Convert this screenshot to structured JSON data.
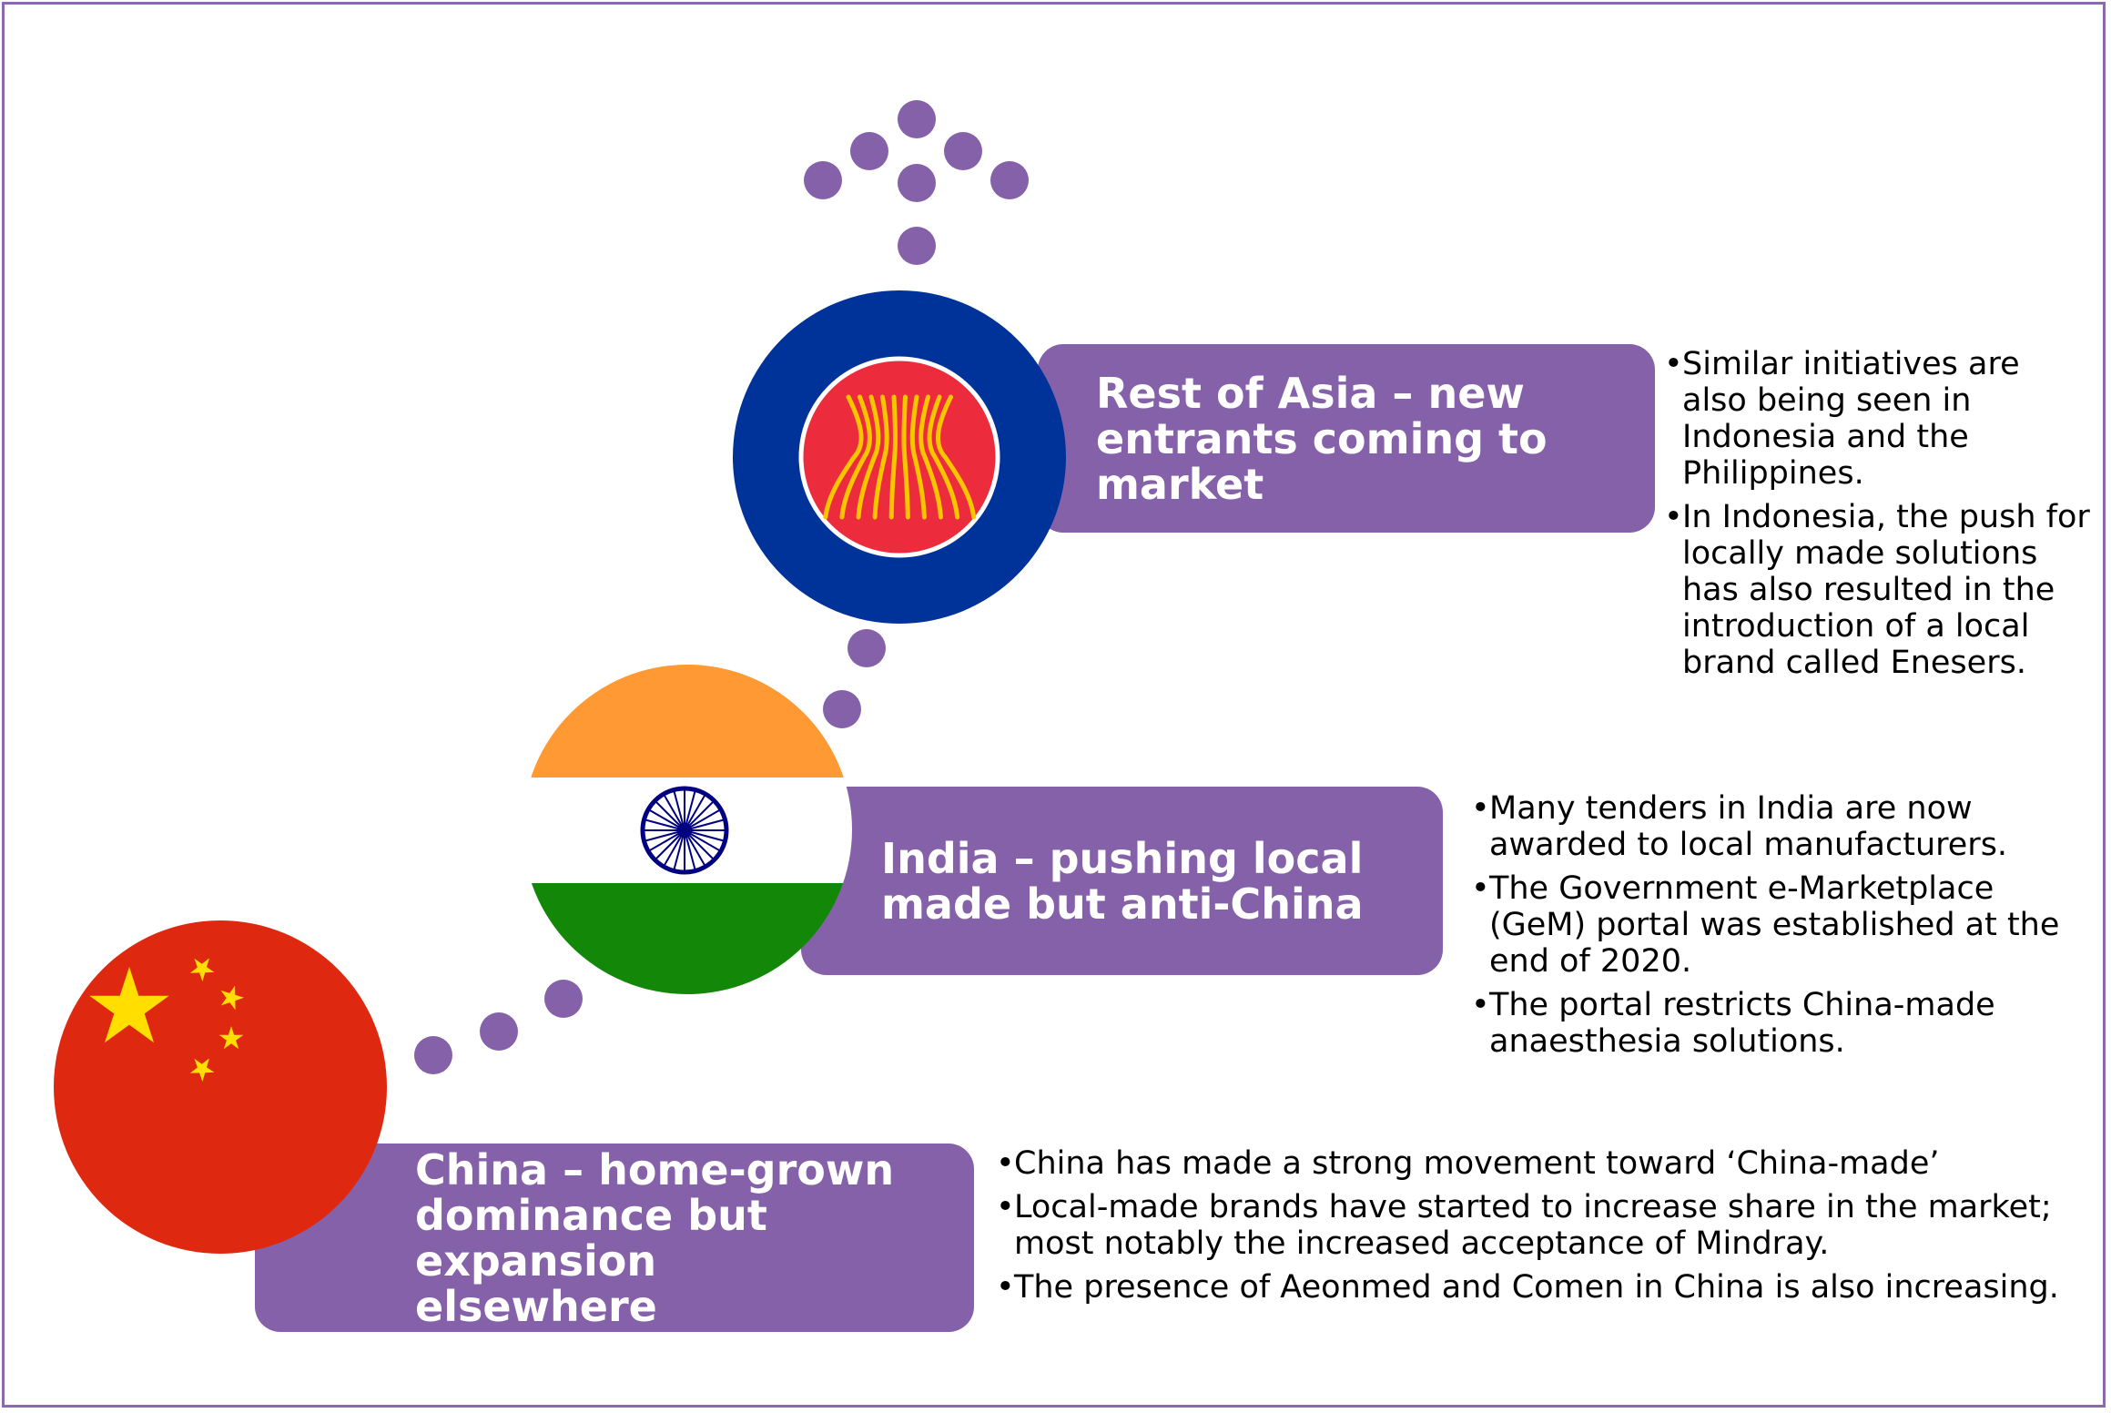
{
  "colors": {
    "accent_purple": "#8461a8",
    "asean_blue": "#003399",
    "asean_red": "#ec2c3c",
    "asean_gold": "#f7c600",
    "india_saffron": "#ff9933",
    "india_green": "#138808",
    "india_chakra": "#000080",
    "china_red": "#de2910",
    "china_gold": "#ffde00"
  },
  "icons": {
    "asean": "asean-flag-icon",
    "india": "india-flag-icon",
    "china": "china-flag-icon"
  },
  "rest_of_asia": {
    "title_lines": [
      "Rest of Asia – new",
      "entrants coming to",
      "market"
    ],
    "bullets": [
      "Similar initiatives are also being seen in Indonesia and the Philippines.",
      "In Indonesia, the push for locally made solutions has also resulted in the introduction of a local brand called Enesers."
    ]
  },
  "india": {
    "title_lines": [
      "India – pushing local",
      "made but anti-China"
    ],
    "bullets": [
      "Many tenders in India are now awarded to local manufacturers.",
      "The Government e-Marketplace (GeM) portal was established at the end of 2020.",
      "The portal restricts China-made anaesthesia solutions."
    ]
  },
  "china": {
    "title_lines": [
      "China – home-grown",
      "dominance but expansion",
      "elsewhere"
    ],
    "bullets": [
      "China has made a strong movement toward ‘China-made’",
      "Local-made brands have started to increase share in the market; most notably the increased acceptance of Mindray.",
      "The presence of Aeonmed and Comen in China is also increasing."
    ]
  }
}
